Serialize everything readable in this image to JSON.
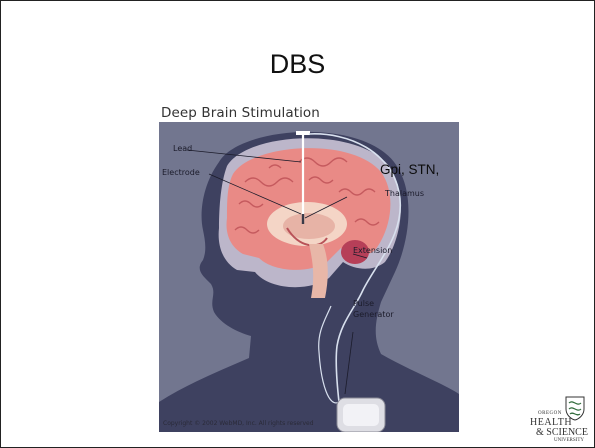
{
  "slide": {
    "title": "DBS"
  },
  "figure": {
    "heading": "Deep Brain Stimulation",
    "labels": {
      "lead": "Lead",
      "electrode": "Electrode",
      "thalamus": "Thalamus",
      "extension": "Extension",
      "pulse_generator_line1": "Pulse",
      "pulse_generator_line2": "Generator"
    },
    "annotation": "Gpi, STN,",
    "copyright": "Copyright © 2002 WebMD, Inc. All rights reserved"
  },
  "logo": {
    "line1": "OREGON",
    "line2": "HEALTH",
    "line3": "& SCIENCE",
    "line4": "UNIVERSITY"
  },
  "colors": {
    "figure_bg": "#6e7290",
    "head_silhouette": "#3a3d55",
    "skull": "#bdb8cc",
    "brain": "#e88a86",
    "brain_dark": "#c65a5e",
    "lead_line": "#ffffff",
    "generator": "#d8d8de"
  }
}
